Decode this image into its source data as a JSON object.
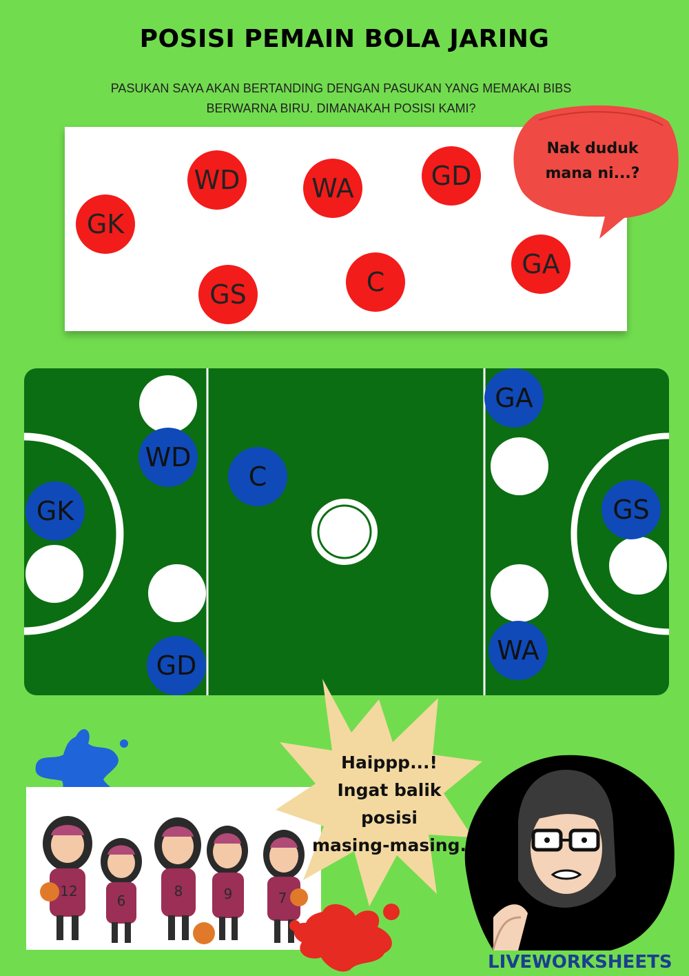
{
  "title": "POSISI PEMAIN BOLA JARING",
  "instruction": {
    "line1": "PASUKAN SAYA AKAN BERTANDING DENGAN PASUKAN  YANG MEMAKAI BIBS",
    "line2": "BERWARNA BIRU. DIMANAKAH POSISI KAMI?"
  },
  "tokens": {
    "gk": "GK",
    "wd": "WD",
    "wa": "WA",
    "gd": "GD",
    "gs": "GS",
    "c": "C",
    "ga": "GA"
  },
  "speech_bubble": "Nak duduk mana ni...?",
  "court": {
    "blue_positions": {
      "wd": "WD",
      "gk": "GK",
      "gd": "GD",
      "c": "C",
      "ga": "GA",
      "gs": "GS",
      "wa": "WA"
    }
  },
  "burst": {
    "line1": "Haippp...!",
    "line2": "Ingat balik",
    "line3": "posisi",
    "line4": "masing-masing."
  },
  "players": {
    "numbers": [
      "12",
      "6",
      "8",
      "9",
      "7"
    ]
  },
  "watermark": "LIVEWORKSHEETS",
  "colors": {
    "background": "#72dc4f",
    "red_token": "#f21c1a",
    "blue_token": "#0f4ab8",
    "court": "#0b6e12"
  }
}
